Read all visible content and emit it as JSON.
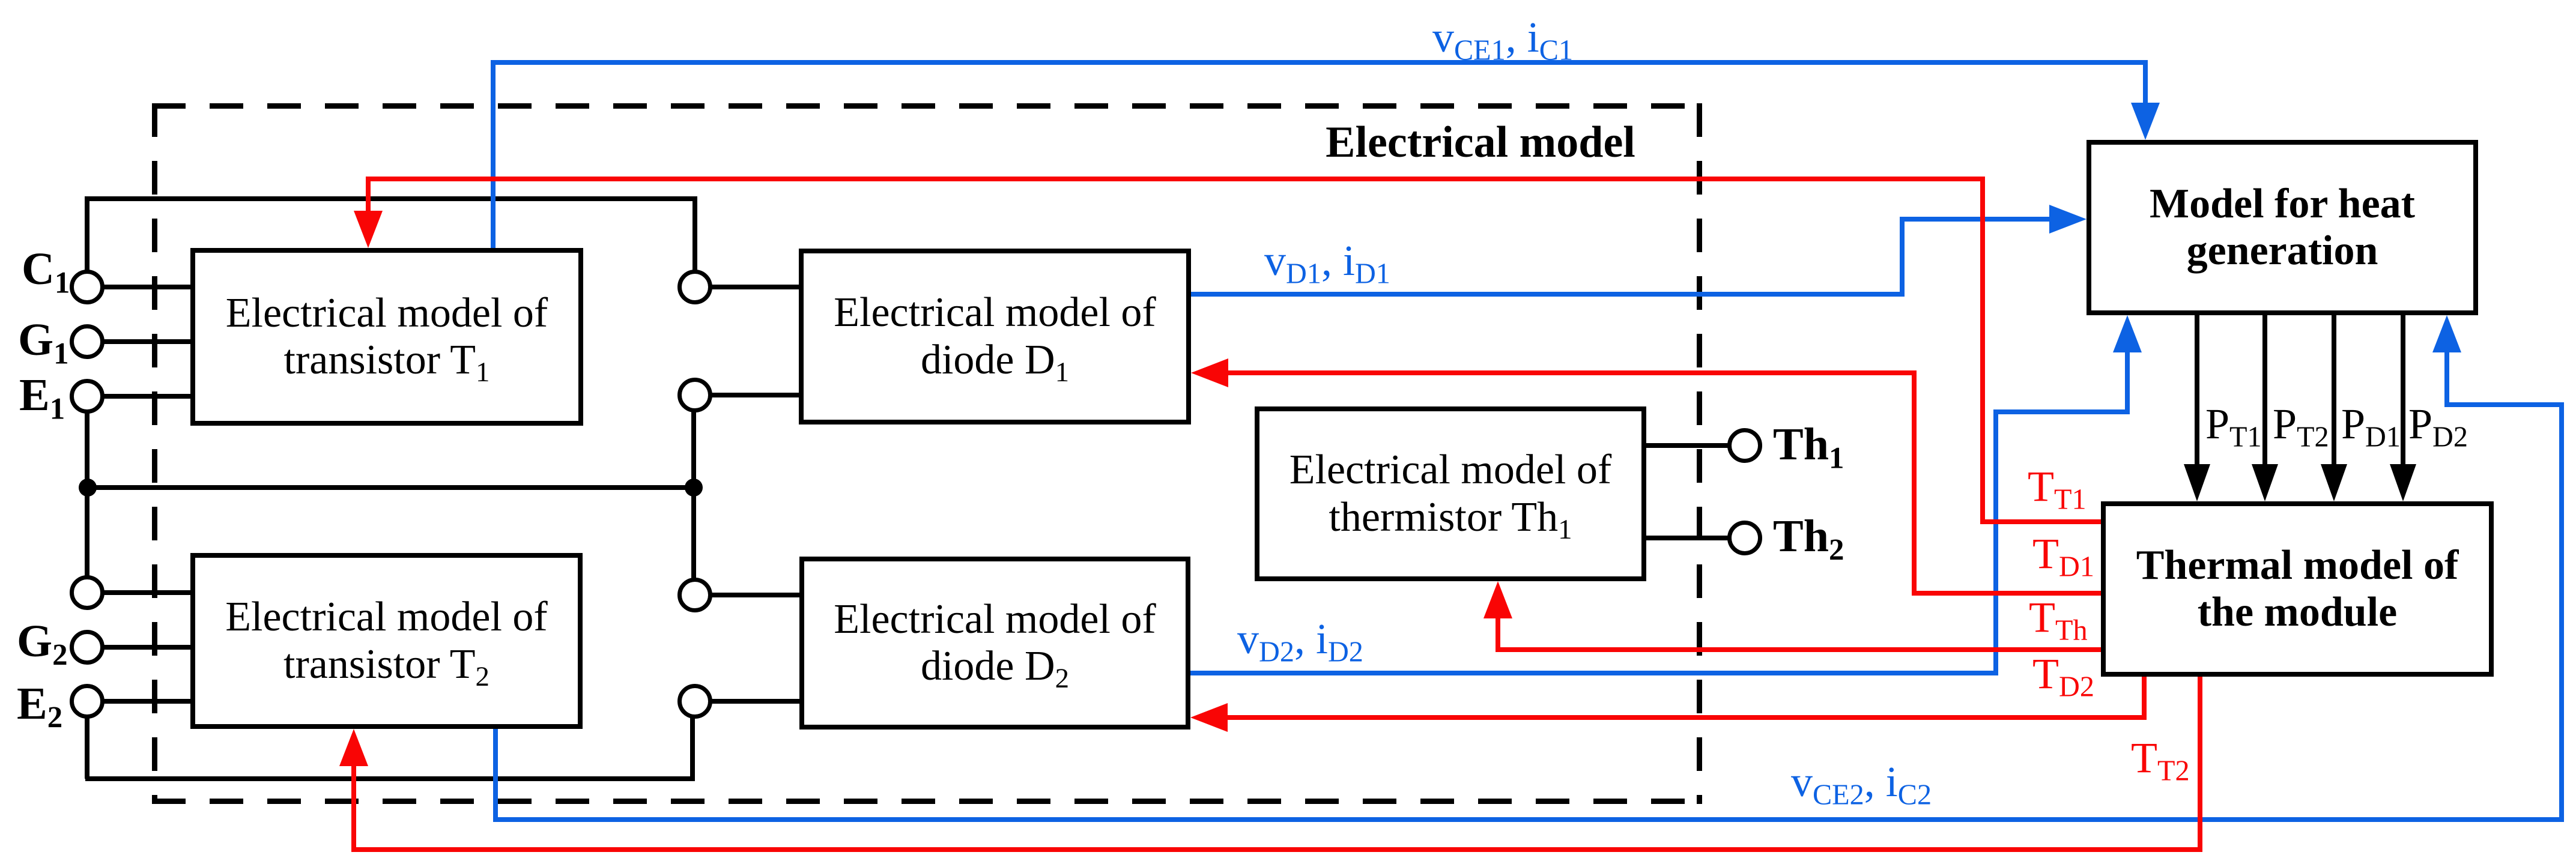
{
  "colors": {
    "blue": "#0D62E3",
    "red": "#F90505",
    "black": "#000000"
  },
  "frame": {
    "label": [
      {
        "t": "Electrical model"
      }
    ]
  },
  "boxes": {
    "transistor_t1": {
      "line1": [
        {
          "t": "Electrical model of"
        }
      ],
      "line2": [
        {
          "t": "transistor T"
        },
        {
          "s": "1"
        }
      ]
    },
    "diode_d1": {
      "line1": [
        {
          "t": "Electrical model of"
        }
      ],
      "line2": [
        {
          "t": "diode D"
        },
        {
          "s": "1"
        }
      ]
    },
    "transistor_t2": {
      "line1": [
        {
          "t": "Electrical model of"
        }
      ],
      "line2": [
        {
          "t": "transistor T"
        },
        {
          "s": "2"
        }
      ]
    },
    "diode_d2": {
      "line1": [
        {
          "t": "Electrical model of"
        }
      ],
      "line2": [
        {
          "t": "diode D"
        },
        {
          "s": "2"
        }
      ]
    },
    "thermistor_th1": {
      "line1": [
        {
          "t": "Electrical model of"
        }
      ],
      "line2": [
        {
          "t": "thermistor Th"
        },
        {
          "s": "1"
        }
      ]
    },
    "heat_generation": {
      "line1": [
        {
          "t": "Model for heat"
        }
      ],
      "line2": [
        {
          "t": "generation"
        }
      ]
    },
    "thermal_module": {
      "line1": [
        {
          "t": "Thermal model of"
        }
      ],
      "line2": [
        {
          "t": "the module"
        }
      ]
    }
  },
  "terminals": {
    "c1": [
      {
        "t": "C"
      },
      {
        "s": "1"
      }
    ],
    "g1": [
      {
        "t": "G"
      },
      {
        "s": "1"
      }
    ],
    "e1": [
      {
        "t": "E"
      },
      {
        "s": "1"
      }
    ],
    "g2": [
      {
        "t": "G"
      },
      {
        "s": "2"
      }
    ],
    "e2": [
      {
        "t": "E"
      },
      {
        "s": "2"
      }
    ],
    "th1": [
      {
        "t": "Th"
      },
      {
        "s": "1"
      }
    ],
    "th2": [
      {
        "t": "Th"
      },
      {
        "s": "2"
      }
    ]
  },
  "signals": {
    "v_ce1": [
      {
        "t": "v"
      },
      {
        "s": "CE1"
      },
      {
        "t": ", i"
      },
      {
        "s": "C1"
      }
    ],
    "v_d1": [
      {
        "t": "v"
      },
      {
        "s": "D1"
      },
      {
        "t": ", i"
      },
      {
        "s": "D1"
      }
    ],
    "v_d2": [
      {
        "t": "v"
      },
      {
        "s": "D2"
      },
      {
        "t": ", i"
      },
      {
        "s": "D2"
      }
    ],
    "v_ce2": [
      {
        "t": "v"
      },
      {
        "s": "CE2"
      },
      {
        "t": ", i"
      },
      {
        "s": "C2"
      }
    ],
    "t_t1": [
      {
        "t": "T"
      },
      {
        "s": "T1"
      }
    ],
    "t_d1": [
      {
        "t": "T"
      },
      {
        "s": "D1"
      }
    ],
    "t_th": [
      {
        "t": "T"
      },
      {
        "s": "Th"
      }
    ],
    "t_d2": [
      {
        "t": "T"
      },
      {
        "s": "D2"
      }
    ],
    "t_t2": [
      {
        "t": "T"
      },
      {
        "s": "T2"
      }
    ],
    "p_t1": [
      {
        "t": "P"
      },
      {
        "s": "T1"
      }
    ],
    "p_t2": [
      {
        "t": "P"
      },
      {
        "s": "T2"
      }
    ],
    "p_d1": [
      {
        "t": "P"
      },
      {
        "s": "D1"
      }
    ],
    "p_d2": [
      {
        "t": "P"
      },
      {
        "s": "D2"
      }
    ]
  }
}
